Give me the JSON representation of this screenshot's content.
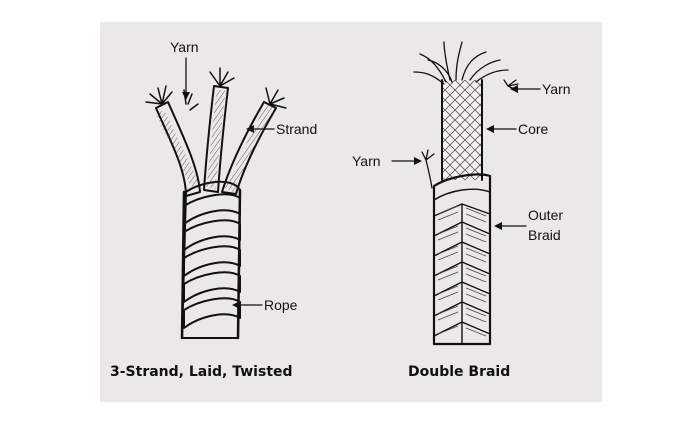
{
  "colors": {
    "background": "#ffffff",
    "panel": "#ebe9e7",
    "ink": "#111111",
    "strand_fill": "#f4f2ef"
  },
  "left_diagram": {
    "caption": "3-Strand, Laid, Twisted",
    "labels": {
      "yarn": "Yarn",
      "strand": "Strand",
      "rope": "Rope"
    }
  },
  "right_diagram": {
    "caption": "Double Braid",
    "labels": {
      "yarn_top": "Yarn",
      "core": "Core",
      "yarn_side": "Yarn",
      "outer_line1": "Outer",
      "outer_line2": "Braid"
    }
  }
}
